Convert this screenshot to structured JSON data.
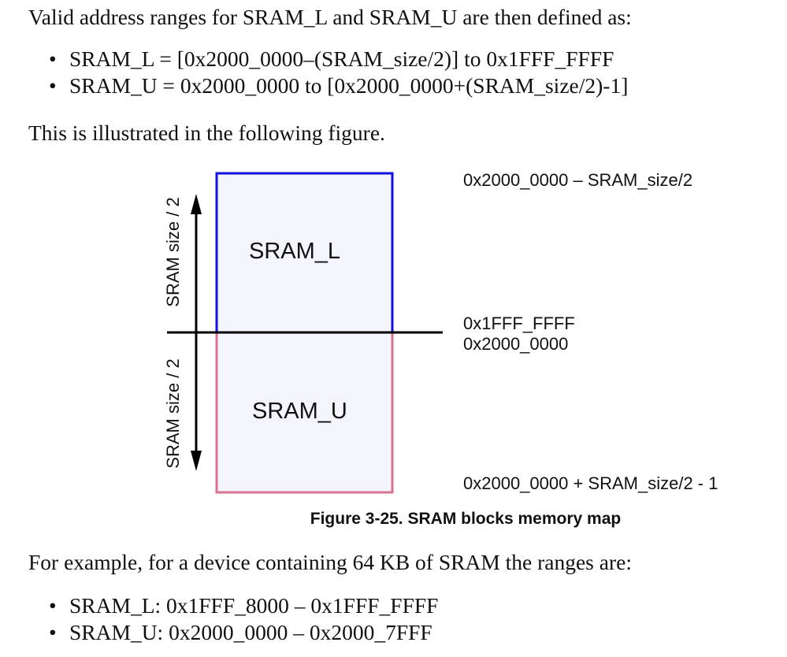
{
  "intro": "Valid address ranges for SRAM_L and SRAM_U are then defined as:",
  "definitions": [
    "SRAM_L = [0x2000_0000–(SRAM_size/2)] to 0x1FFF_FFFF",
    "SRAM_U = 0x2000_0000 to [0x2000_0000+(SRAM_size/2)-1]"
  ],
  "illustrated": "This is illustrated in the following figure.",
  "figure": {
    "block_upper": "SRAM_L",
    "block_lower": "SRAM_U",
    "size_label_upper": "SRAM size / 2",
    "size_label_lower": "SRAM size / 2",
    "addr_top": "0x2000_0000 – SRAM_size/2",
    "addr_mid_1": "0x1FFF_FFFF",
    "addr_mid_2": "0x2000_0000",
    "addr_bottom": "0x2000_0000 + SRAM_size/2 - 1",
    "caption": "Figure 3-25. SRAM blocks memory map",
    "colors": {
      "upper_border": "#1010e0",
      "lower_border": "#d9738e",
      "fill": "#f4f5fc"
    }
  },
  "example_intro": "For example, for a device containing 64 KB of SRAM the ranges are:",
  "examples": [
    "SRAM_L: 0x1FFF_8000 – 0x1FFF_FFFF",
    "SRAM_U: 0x2000_0000 – 0x2000_7FFF"
  ],
  "bullet_glyph": "•"
}
